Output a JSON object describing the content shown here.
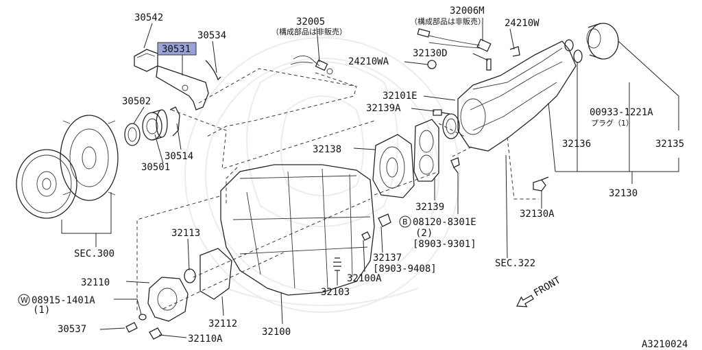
{
  "parts": {
    "p30542": "30542",
    "p30531": "30531",
    "p30534": "30534",
    "p32005": "32005",
    "p32005_note": "（構成部品は非販売）",
    "p32006M": "32006M",
    "p32006M_note": "（構成部品は非販売）",
    "p24210W": "24210W",
    "p32130D": "32130D",
    "p24210WA": "24210WA",
    "p32101E": "32101E",
    "p32139A": "32139A",
    "p30502": "30502",
    "p30514": "30514",
    "p30501": "30501",
    "p32138": "32138",
    "p00933": "00933-1221A",
    "p00933_note": "プラグ（1）",
    "p32136": "32136",
    "p32135": "32135",
    "p32130": "32130",
    "p32139": "32139",
    "p32130A": "32130A",
    "p08120_prefix": "B",
    "p08120": "08120-8301E",
    "p08120_qty": "(2)",
    "p08120_date": "[8903-9301]",
    "pSEC300": "SEC.300",
    "p32113": "32113",
    "p32137": "32137",
    "p32137_date": "[8903-9408]",
    "pSEC322": "SEC.322",
    "p32110": "32110",
    "p08915_prefix": "W",
    "p08915": "08915-1401A",
    "p08915_qty": "(1)",
    "p32100A": "32100A",
    "p32103": "32103",
    "pFRONT": "FRONT",
    "p30537": "30537",
    "p32112": "32112",
    "p32100": "32100",
    "p32110A": "32110A",
    "pA3210024": "A3210024"
  },
  "highlight": {
    "part": "30531",
    "color": "#9aa3d6"
  }
}
